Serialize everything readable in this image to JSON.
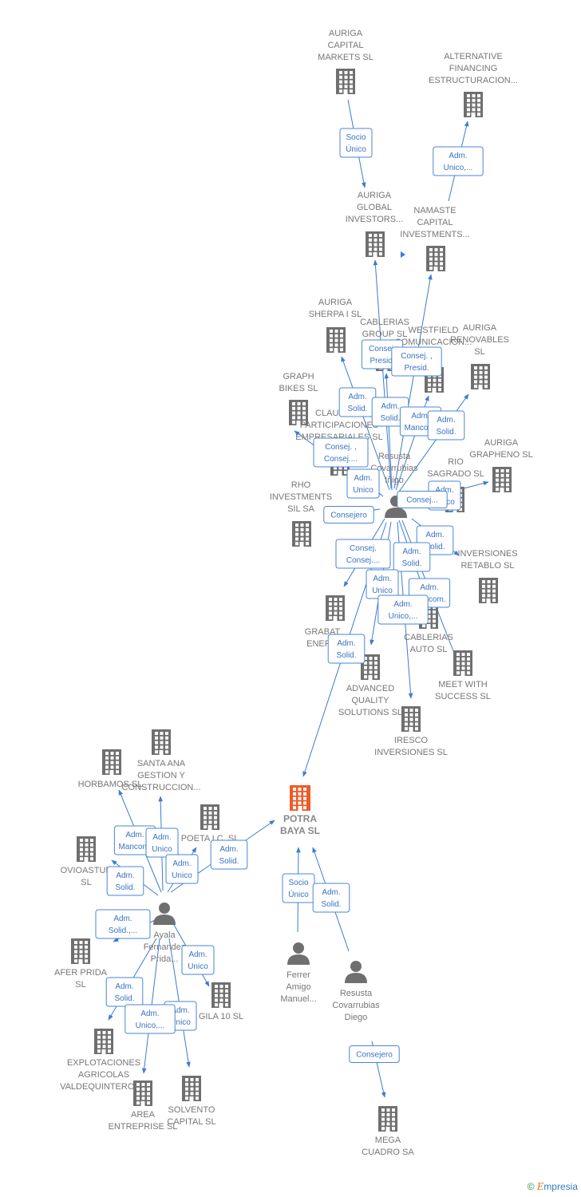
{
  "colors": {
    "company": "#6f6f6f",
    "main_company": "#f05a28",
    "person": "#6f6f6f",
    "edge": "#3a7bd5"
  },
  "brand": {
    "copyright": "©",
    "name_e": "E",
    "name_rest": "mpresia"
  },
  "nodes": [
    {
      "id": "auriga_capital",
      "type": "company",
      "lines": [
        "AURIGA",
        "CAPITAL",
        "MARKETS  SL"
      ]
    },
    {
      "id": "alternative",
      "type": "company",
      "lines": [
        "ALTERNATIVE",
        "FINANCING",
        "ESTRUCTURACION..."
      ]
    },
    {
      "id": "auriga_global",
      "type": "company",
      "lines": [
        "AURIGA",
        "GLOBAL",
        "INVESTORS..."
      ]
    },
    {
      "id": "namaste",
      "type": "company",
      "lines": [
        "NAMASTE",
        "CAPITAL",
        "INVESTMENTS..."
      ]
    },
    {
      "id": "auriga_sherpa",
      "type": "company",
      "lines": [
        "AURIGA",
        "SHERPA I  SL"
      ]
    },
    {
      "id": "cablerias_group",
      "type": "company",
      "lines": [
        "CABLERIAS",
        "GROUP  SL"
      ]
    },
    {
      "id": "westfield",
      "type": "company",
      "lines": [
        "WESTFIELD",
        "COMUNICACION..."
      ]
    },
    {
      "id": "auriga_renovables",
      "type": "company",
      "lines": [
        "AURIGA",
        "RENOVABLES",
        "SL"
      ]
    },
    {
      "id": "graph_bikes",
      "type": "company",
      "lines": [
        "GRAPH",
        "BIKES  SL"
      ]
    },
    {
      "id": "claudeca",
      "type": "company",
      "lines": [
        "CLAUDECA",
        "PARTICIPACIONES",
        "EMPRESARIALES SL"
      ]
    },
    {
      "id": "auriga_grapheno",
      "type": "company",
      "lines": [
        "AURIGA",
        "GRAPHENO  SL"
      ]
    },
    {
      "id": "rio_sagrado",
      "type": "company",
      "lines": [
        "RIO",
        "SAGRADO  SL"
      ]
    },
    {
      "id": "rho",
      "type": "company",
      "lines": [
        "RHO",
        "INVESTMENTS",
        "SIL SA"
      ]
    },
    {
      "id": "inversiones_retablo",
      "type": "company",
      "lines": [
        "INVERSIONES",
        "RETABLO SL"
      ]
    },
    {
      "id": "grabat",
      "type": "company",
      "lines": [
        "GRABAT",
        "ENER..."
      ]
    },
    {
      "id": "cablerias_auto",
      "type": "company",
      "lines": [
        "CABLERIAS",
        "AUTO SL"
      ]
    },
    {
      "id": "advanced",
      "type": "company",
      "lines": [
        "ADVANCED",
        "QUALITY",
        "SOLUTIONS SL"
      ]
    },
    {
      "id": "meet",
      "type": "company",
      "lines": [
        "MEET WITH",
        "SUCCESS  SL"
      ]
    },
    {
      "id": "iresco",
      "type": "company",
      "lines": [
        "IRESCO",
        "INVERSIONES SL"
      ]
    },
    {
      "id": "santa_ana",
      "type": "company",
      "lines": [
        "SANTA ANA",
        "GESTION Y",
        "CONSTRUCCION..."
      ]
    },
    {
      "id": "horbamos",
      "type": "company",
      "lines": [
        "HORBAMOS SL"
      ]
    },
    {
      "id": "poeta",
      "type": "company",
      "lines": [
        "POETA I.C. SL"
      ]
    },
    {
      "id": "potra_baya",
      "type": "main",
      "lines": [
        "POTRA",
        "BAYA  SL"
      ]
    },
    {
      "id": "oviastur",
      "type": "company",
      "lines": [
        "OVIOASTUR",
        "SL"
      ]
    },
    {
      "id": "afer_prida",
      "type": "company",
      "lines": [
        "AFER PRIDA",
        "SL"
      ]
    },
    {
      "id": "gila",
      "type": "company",
      "lines": [
        "GILA 10  SL"
      ]
    },
    {
      "id": "explotaciones",
      "type": "company",
      "lines": [
        "EXPLOTACIONES",
        "AGRICOLAS",
        "VALDEQUINTEROS..."
      ]
    },
    {
      "id": "area",
      "type": "company",
      "lines": [
        "AREA",
        "ENTREPRISE SL"
      ]
    },
    {
      "id": "solvento",
      "type": "company",
      "lines": [
        "SOLVENTO",
        "CAPITAL SL"
      ]
    },
    {
      "id": "mega_cuadro",
      "type": "company",
      "lines": [
        "MEGA",
        "CUADRO SA"
      ]
    },
    {
      "id": "resusta_inigo",
      "type": "person",
      "lines": [
        "Resusta",
        "Covarrubias",
        "Iñigo"
      ]
    },
    {
      "id": "ayala",
      "type": "person",
      "lines": [
        "Ayala",
        "Fernandez",
        "Prida..."
      ]
    },
    {
      "id": "ferrer",
      "type": "person",
      "lines": [
        "Ferrer",
        "Amigo",
        "Manuel..."
      ]
    },
    {
      "id": "resusta_diego",
      "type": "person",
      "lines": [
        "Resusta",
        "Covarrubias",
        "Diego"
      ]
    }
  ],
  "edge_labels": [
    {
      "id": "e1",
      "lines": [
        "Socio",
        "Único"
      ]
    },
    {
      "id": "e2",
      "lines": [
        "Adm.",
        "Unico,..."
      ]
    },
    {
      "id": "e3",
      "lines": [
        "Consej.",
        "Presid."
      ]
    },
    {
      "id": "e4",
      "lines": [
        "Consej. ,",
        "Presid."
      ]
    },
    {
      "id": "e5",
      "lines": [
        "Adm.",
        "Solid."
      ]
    },
    {
      "id": "e6",
      "lines": [
        "Adm.",
        "Solid."
      ]
    },
    {
      "id": "e7",
      "lines": [
        "Adm.",
        "Mancom."
      ]
    },
    {
      "id": "e8",
      "lines": [
        "Adm.",
        "Solid."
      ]
    },
    {
      "id": "e9",
      "lines": [
        "Consej. ,",
        "Consej...."
      ]
    },
    {
      "id": "e10",
      "lines": [
        "Adm.",
        "Unico"
      ]
    },
    {
      "id": "e11",
      "lines": [
        "Adm.",
        "Unico"
      ]
    },
    {
      "id": "e12",
      "lines": [
        "Consejero"
      ]
    },
    {
      "id": "e13",
      "lines": [
        "Consej..."
      ]
    },
    {
      "id": "e14",
      "lines": [
        "Adm.",
        "Solid."
      ]
    },
    {
      "id": "e15",
      "lines": [
        "Consej.",
        "Consej...."
      ]
    },
    {
      "id": "e16",
      "lines": [
        "Adm.",
        "Solid."
      ]
    },
    {
      "id": "e17",
      "lines": [
        "Adm.",
        "Unico"
      ]
    },
    {
      "id": "e18",
      "lines": [
        "Adm.",
        "Mancom."
      ]
    },
    {
      "id": "e19",
      "lines": [
        "Adm.",
        "Unico,..."
      ]
    },
    {
      "id": "e20",
      "lines": [
        "Adm.",
        "Solid."
      ]
    },
    {
      "id": "e21",
      "lines": [
        "Adm.",
        "Mancom."
      ]
    },
    {
      "id": "e22",
      "lines": [
        "Adm.",
        "Unico"
      ]
    },
    {
      "id": "e23",
      "lines": [
        "Adm.",
        "Unico"
      ]
    },
    {
      "id": "e24",
      "lines": [
        "Adm.",
        "Solid."
      ]
    },
    {
      "id": "e25",
      "lines": [
        "Adm.",
        "Solid."
      ]
    },
    {
      "id": "e26",
      "lines": [
        "Adm.",
        "Solid.,..."
      ]
    },
    {
      "id": "e27",
      "lines": [
        "Adm.",
        "Unico"
      ]
    },
    {
      "id": "e28",
      "lines": [
        "Adm.",
        "Solid."
      ]
    },
    {
      "id": "e29",
      "lines": [
        "Adm.",
        "Unico"
      ]
    },
    {
      "id": "e30",
      "lines": [
        "Adm.",
        "Unico,..."
      ]
    },
    {
      "id": "e31",
      "lines": [
        "Socio",
        "Único"
      ]
    },
    {
      "id": "e32",
      "lines": [
        "Adm.",
        "Solid."
      ]
    },
    {
      "id": "e33",
      "lines": [
        "Consejero"
      ]
    }
  ]
}
